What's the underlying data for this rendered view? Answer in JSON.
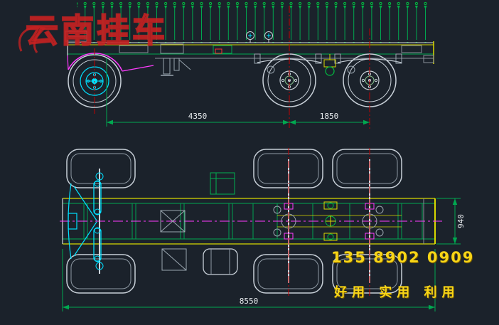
{
  "app": {
    "name": "trailer-chassis-cad-drawing"
  },
  "watermark": {
    "brand": "云南挂车",
    "phone": "135 8902 0909",
    "slogan": "好用 实用 利用"
  },
  "side_view": {
    "dims": {
      "wheelbase_front": "4350",
      "tandem_spread": "1850"
    }
  },
  "plan_view": {
    "dims": {
      "overall_length": "8550",
      "frame_width": "940"
    }
  },
  "colors": {
    "background": "#1b222b",
    "line_green": "#00a850",
    "line_bright_green": "#00c040",
    "line_yellow": "#d8d800",
    "line_cyan": "#00e0ff",
    "line_magenta": "#ff3cff",
    "line_red": "#cc1111",
    "line_white": "#d4dade",
    "dim_text": "#e8ecef",
    "accent_text_yellow": "#f7d517",
    "watermark_red": "#c42222"
  }
}
